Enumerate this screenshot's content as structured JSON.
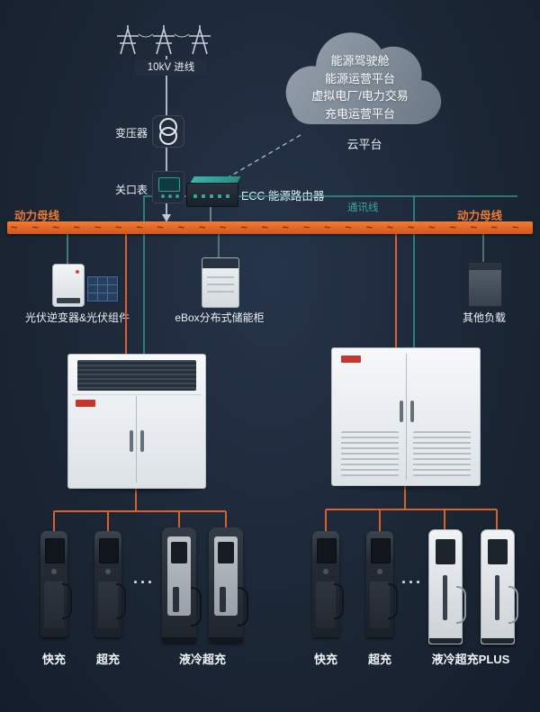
{
  "top": {
    "incoming": "10kV 进线",
    "transformer": "变压器",
    "meter": "关口表",
    "router": "ECC 能源路由器"
  },
  "cloud": {
    "platform_lines": [
      "能源驾驶舱",
      "能源运营平台",
      "虚拟电厂/电力交易",
      "充电运营平台"
    ],
    "caption": "云平台"
  },
  "bus": {
    "left": "动力母线",
    "right": "动力母线",
    "comm": "通讯线"
  },
  "branches": {
    "pv": "光伏逆变器&光伏组件",
    "ebox": "eBox分布式储能柜",
    "other_load": "其他负载"
  },
  "chargers": {
    "ellipsis": "...",
    "left_labels": [
      "快充",
      "超充",
      "液冷超充"
    ],
    "right_labels": [
      "快充",
      "超充",
      "液冷超充PLUS"
    ]
  },
  "colors": {
    "power_bus": "#e0662c",
    "comm_line": "#2f9e96",
    "background": "#1c2736"
  }
}
